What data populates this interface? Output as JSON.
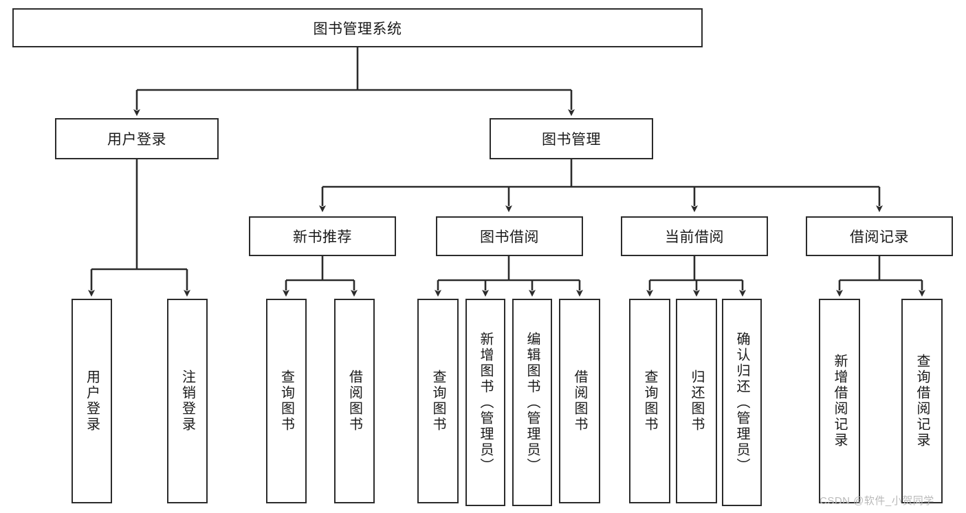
{
  "diagram": {
    "title": "图书管理系统",
    "type": "tree-hierarchy",
    "orientation": "top-down",
    "colors": {
      "box_border": "#2b2b2b",
      "box_fill": "#ffffff",
      "connector": "#2b2b2b",
      "text": "#1a1a1a",
      "watermark": "#b9b9b9",
      "background": "#ffffff"
    },
    "watermark": "CSDN @软件_小贺同学"
  },
  "nodes": {
    "root": {
      "label": "图书管理系统",
      "level": 0
    },
    "l1": [
      {
        "id": "user-login",
        "label": "用户登录"
      },
      {
        "id": "book-management",
        "label": "图书管理"
      }
    ],
    "l2": [
      {
        "id": "new-book-recommend",
        "label": "新书推荐"
      },
      {
        "id": "book-borrow",
        "label": "图书借阅"
      },
      {
        "id": "current-borrow",
        "label": "当前借阅"
      },
      {
        "id": "borrow-record",
        "label": "借阅记录"
      }
    ],
    "leaves": {
      "user_login": [
        {
          "id": "leaf-user-login",
          "label": "用户登录"
        },
        {
          "id": "leaf-logout-login",
          "label": "注销登录"
        }
      ],
      "new_book_recommend": [
        {
          "id": "leaf-query-book-1",
          "label": "查询图书"
        },
        {
          "id": "leaf-borrow-book-1",
          "label": "借阅图书"
        }
      ],
      "book_borrow": [
        {
          "id": "leaf-query-book-2",
          "label": "查询图书"
        },
        {
          "id": "leaf-add-book",
          "label": "新增图书（管理员）"
        },
        {
          "id": "leaf-edit-book",
          "label": "编辑图书（管理员）"
        },
        {
          "id": "leaf-borrow-book-2",
          "label": "借阅图书"
        }
      ],
      "current_borrow": [
        {
          "id": "leaf-query-book-3",
          "label": "查询图书"
        },
        {
          "id": "leaf-return-book",
          "label": "归还图书"
        },
        {
          "id": "leaf-confirm-return",
          "label": "确认归还（管理员）"
        }
      ],
      "borrow_record": [
        {
          "id": "leaf-add-record",
          "label": "新增借阅记录"
        },
        {
          "id": "leaf-query-record",
          "label": "查询借阅记录"
        }
      ]
    }
  }
}
